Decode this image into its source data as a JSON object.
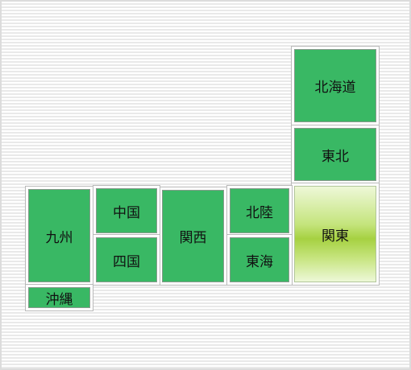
{
  "map": {
    "colors": {
      "region_fill": "#39b864",
      "selected_fill": "#a6d141",
      "border": "#b9b9b9"
    },
    "regions": {
      "hokkaido": {
        "label": "北海道"
      },
      "tohoku": {
        "label": "東北"
      },
      "kanto": {
        "label": "関東",
        "selected": true
      },
      "hokuriku": {
        "label": "北陸"
      },
      "tokai": {
        "label": "東海"
      },
      "kansai": {
        "label": "関西"
      },
      "chugoku": {
        "label": "中国"
      },
      "shikoku": {
        "label": "四国"
      },
      "kyushu": {
        "label": "九州"
      },
      "okinawa": {
        "label": "沖縄"
      }
    }
  }
}
